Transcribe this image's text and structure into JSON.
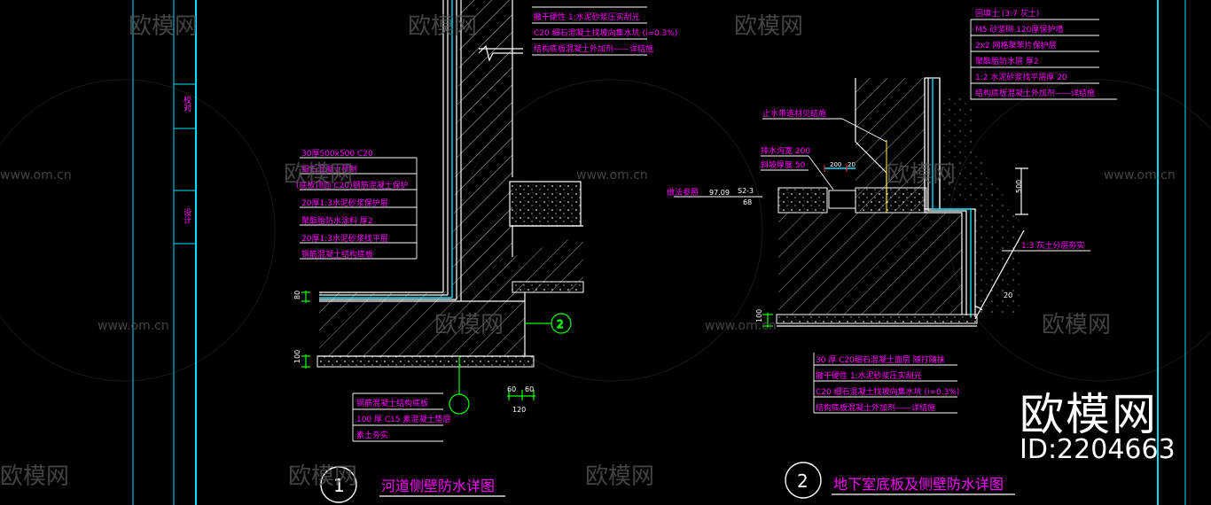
{
  "titleblock": {
    "label_check": "校对",
    "label_design": "设计"
  },
  "detail1": {
    "number": "1",
    "title": "河道侧壁防水详图",
    "top_notes": [
      "撒干硬性 1:水泥砂浆压实刮光",
      "C20 细石混凝土找坡向集水坑 (i=0.3%)",
      "结构底板混凝土外加剂——详结施"
    ],
    "left_notes": [
      "30厚500x500 C20",
      "细石混凝土预制",
      "(底板顶面 C20)钢筋混凝土保护",
      "20厚1:3水泥砂浆保护层",
      "聚酯胎防水涂料 厚2",
      "20厚1:3水泥砂浆找平层",
      "钢筋混凝土结构底板"
    ],
    "bottom_notes": [
      "钢筋混凝土结构底板",
      "100 厚 C15 素混凝土垫层",
      "素土夯实"
    ],
    "dims": {
      "d80": "80",
      "d100": "100",
      "d60a": "60",
      "d60b": "60",
      "d120": "120"
    },
    "grid_label": "2"
  },
  "detail2": {
    "number": "2",
    "title": "地下室底板及侧壁防水详图",
    "top_notes": [
      "回填土 (3:7 灰土)",
      "M5 砂浆砌 120厚保护墙",
      "2x2 网格聚苯片保护层",
      "聚酯胎防水层 厚2",
      "1:2 水泥砂浆找平层厚 20",
      "结构底板混凝土外加剂——详结施"
    ],
    "mid_notes": {
      "drain": "止水带选材见结施",
      "ditch": "排水沟宽 200",
      "slope": "斜坡厚度 50",
      "floor_ref": "做法参照",
      "level": "97.09",
      "frac_top": "S2-3",
      "frac_bot": "68",
      "d200": "200",
      "d20": "20",
      "d500": "500",
      "backfill": "1:3 灰土分层夯实",
      "angle": "20"
    },
    "bottom_notes": [
      "30 厚 C20细石混凝土面层 随打随抹",
      "撒干硬性 1:水泥砂浆压实刮光",
      "C20 细石混凝土找坡向集水坑 (i=0.3%)",
      "结构底板混凝土外加剂——详结施"
    ],
    "dims": {
      "d100": "100"
    }
  },
  "watermark": {
    "text": "欧模网",
    "url": "www.om.cn"
  },
  "brand": {
    "name": "欧模网",
    "id": "ID:2204663"
  }
}
